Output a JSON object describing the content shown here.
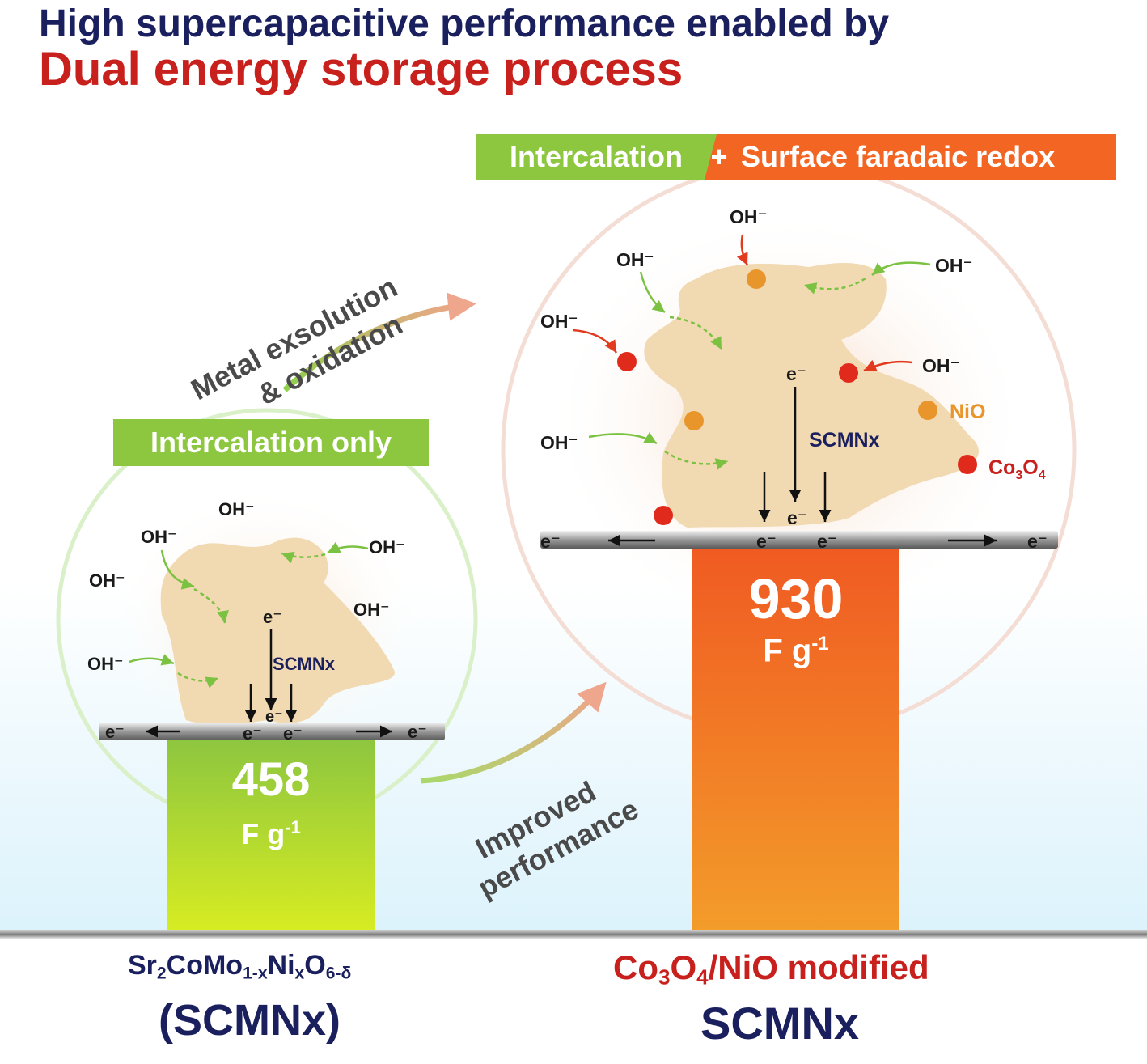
{
  "title": {
    "line1": "High supercapacitive performance enabled by",
    "line2": "Dual energy storage process"
  },
  "colors": {
    "navy": "#1a1f5e",
    "red": "#c8201c",
    "green": "#8dc63f",
    "orange": "#f26522",
    "particle_orange": "#e8962c",
    "particle_red": "#e02a1b"
  },
  "left_panel": {
    "banner": "Intercalation only",
    "hydroxide": "OH⁻",
    "electron": "e⁻",
    "material": "SCMNx",
    "value": "458",
    "unit_main": "F g",
    "unit_exp": "-1",
    "caption_formula": {
      "sr": "Sr",
      "sr_sub": "2",
      "mid": "CoMo",
      "mo_sub": "1-x",
      "ni": "Ni",
      "ni_sub": "x",
      "o": "O",
      "o_sub": "6-δ"
    },
    "caption_line2": "(SCMNx)"
  },
  "right_panel": {
    "banner_green": "Intercalation",
    "banner_plus": "+",
    "banner_orange": "Surface faradaic redox",
    "hydroxide": "OH⁻",
    "electron": "e⁻",
    "material": "SCMNx",
    "legend_nio": "NiO",
    "legend_co": "Co",
    "legend_co_sub1": "3",
    "legend_co_o": "O",
    "legend_co_sub2": "4",
    "value": "930",
    "unit_main": "F g",
    "unit_exp": "-1",
    "caption_line1": {
      "co": "Co",
      "sub1": "3",
      "o": "O",
      "sub2": "4",
      "rest": "/NiO modified"
    },
    "caption_line2": "SCMNx"
  },
  "arrows": {
    "top_label_line1": "Metal exsolution",
    "top_label_line2": "& oxidation",
    "bottom_label_line1": "Improved",
    "bottom_label_line2": "performance"
  }
}
